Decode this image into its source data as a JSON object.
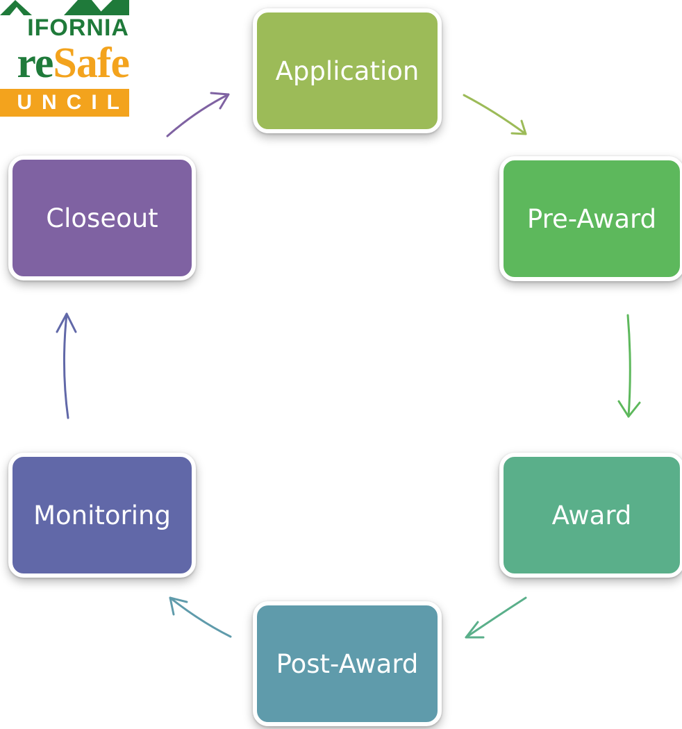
{
  "logo": {
    "line1": "IFORNIA",
    "line2_a": "re",
    "line2_b": "Safe",
    "line3": "UNCIL"
  },
  "colors": {
    "application": "#9cbb58",
    "pre_award": "#5db85c",
    "award": "#5aaf8a",
    "post_award": "#5f9bab",
    "monitoring": "#6168a8",
    "closeout": "#7f62a2",
    "logo_green": "#1f7a3a",
    "logo_orange": "#f3a31d"
  },
  "cycle": {
    "steps": [
      {
        "label": "Application"
      },
      {
        "label": "Pre-Award"
      },
      {
        "label": "Award"
      },
      {
        "label": "Post-Award"
      },
      {
        "label": "Monitoring"
      },
      {
        "label": "Closeout"
      }
    ]
  }
}
